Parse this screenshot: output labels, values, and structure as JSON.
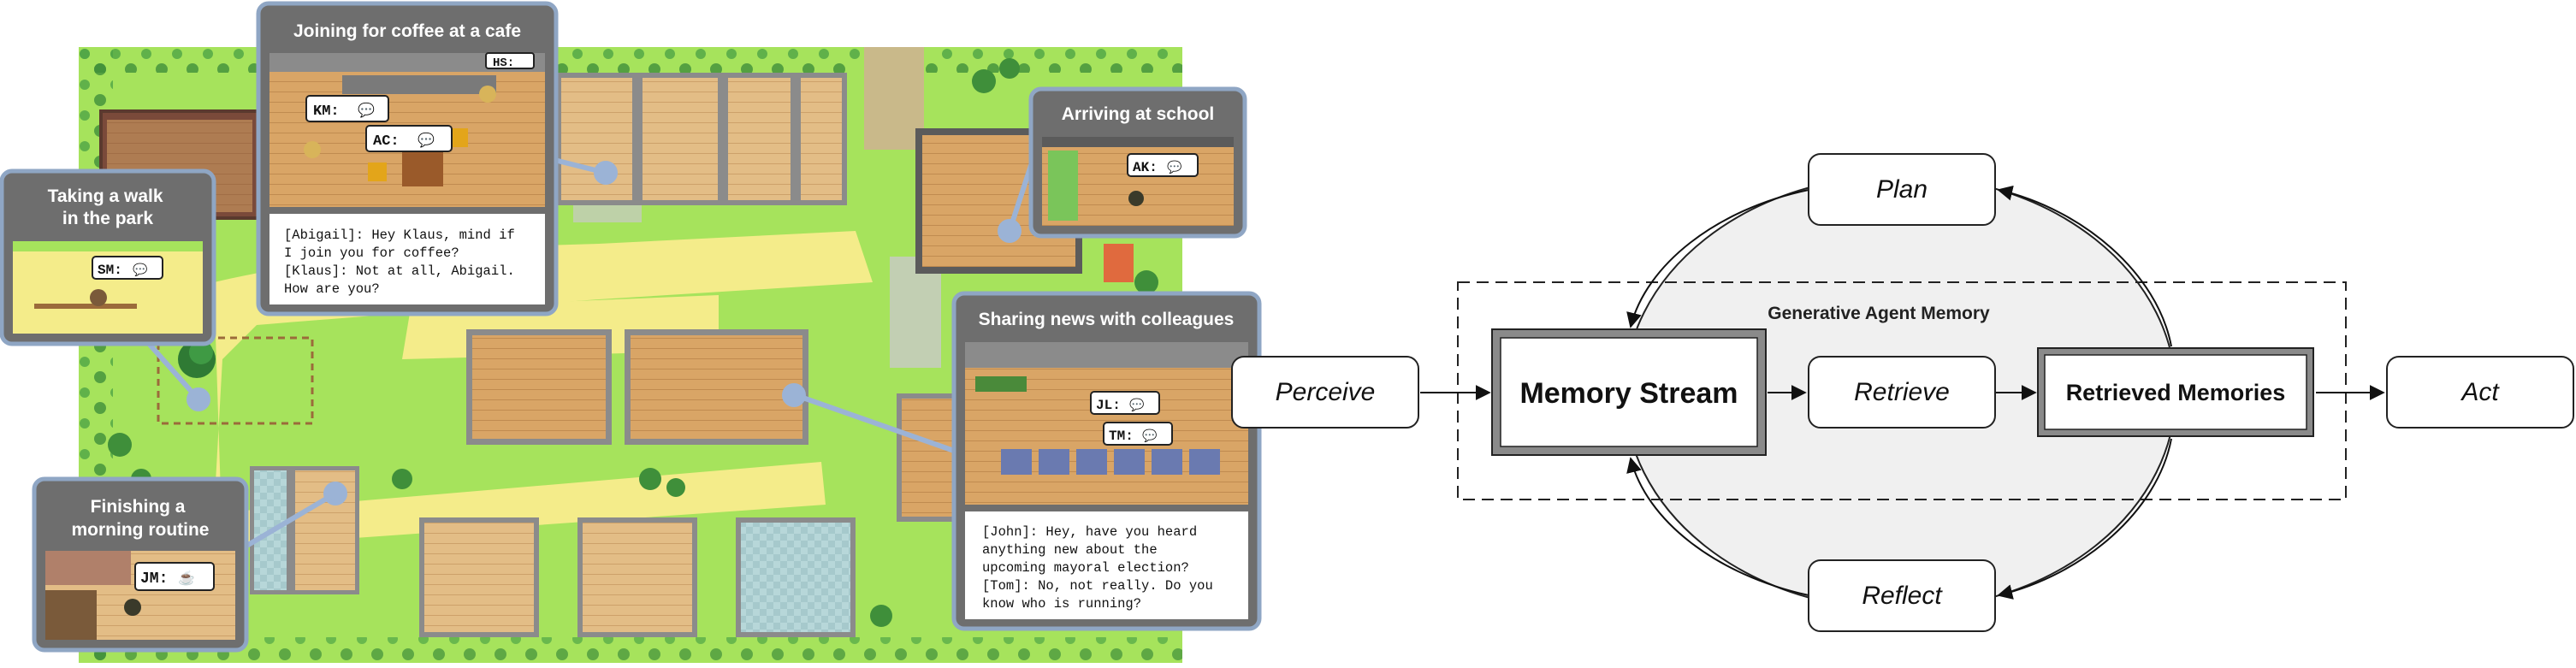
{
  "map": {
    "callouts": {
      "coffee": {
        "title": "Joining for coffee at a cafe",
        "bubbles": [
          "KM:",
          "AC:",
          "HS:"
        ],
        "dialogue": [
          "[Abigail]: Hey Klaus, mind if",
          "I join you for coffee?",
          "[Klaus]: Not at all, Abigail.",
          "How are you?"
        ]
      },
      "park": {
        "title_lines": [
          "Taking a walk",
          "in the park"
        ],
        "bubbles": [
          "SM:"
        ]
      },
      "school": {
        "title": "Arriving at school",
        "bubbles": [
          "AK:"
        ]
      },
      "colleagues": {
        "title": "Sharing news with colleagues",
        "bubbles": [
          "JL:",
          "TM:"
        ],
        "dialogue": [
          "[John]: Hey, have you heard",
          "anything new about the",
          "upcoming mayoral election?",
          "[Tom]: No, not really. Do you",
          "know who is running?"
        ]
      },
      "morning": {
        "title_lines": [
          "Finishing a",
          "morning routine"
        ],
        "bubbles": [
          "JM:"
        ]
      }
    }
  },
  "architecture": {
    "memory_group_label": "Generative Agent Memory",
    "nodes": {
      "perceive": "Perceive",
      "memory_stream": "Memory Stream",
      "retrieve": "Retrieve",
      "retrieved_memories": "Retrieved Memories",
      "act": "Act",
      "plan": "Plan",
      "reflect": "Reflect"
    }
  },
  "colors": {
    "grass": "#a6e35c",
    "path": "#f4ec8a",
    "callout_border": "#8fa6c4",
    "callout_frame": "#6e6e6e",
    "loop_fill": "#f0f0f0"
  }
}
